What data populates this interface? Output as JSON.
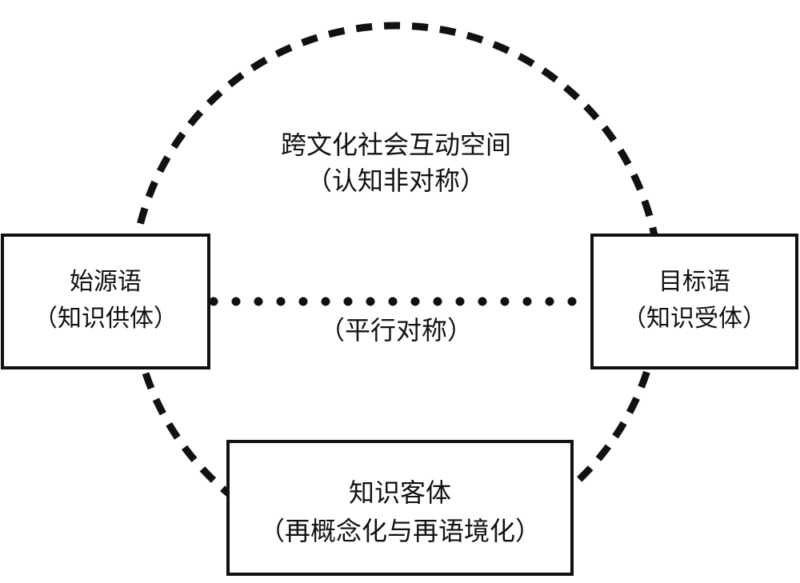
{
  "space": {
    "title": "跨文化社会互动空间",
    "subtitle": "（认知非对称）"
  },
  "source": {
    "title": "始源语",
    "subtitle": "（知识供体）"
  },
  "target": {
    "title": "目标语",
    "subtitle": "（知识受体）"
  },
  "relation": {
    "label": "（平行对称）"
  },
  "object": {
    "title": "知识客体",
    "subtitle": "（再概念化与再语境化）"
  },
  "colors": {
    "line": "#111111",
    "background": "#ffffff"
  }
}
